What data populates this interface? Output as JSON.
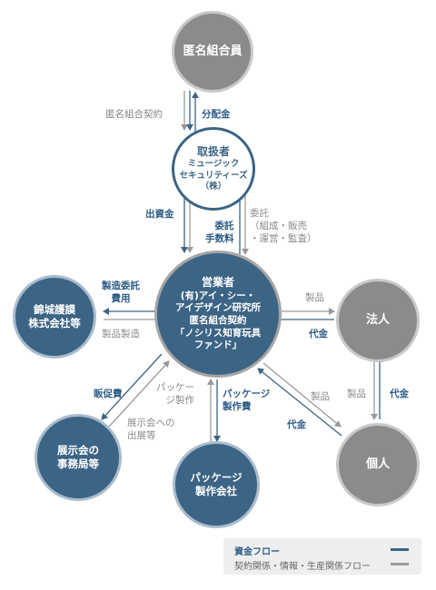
{
  "nodes": {
    "tokumei": "匿名組合員",
    "toriatsukai": {
      "title": "取扱者",
      "line1": "ミュージック",
      "line2": "セキュリティーズ",
      "line3": "（株）"
    },
    "eigyosha": {
      "title": "営業者",
      "line1": "(有)アイ・シー・",
      "line2": "アイデザイン研究所",
      "line3": "匿名組合契約",
      "line4": "「ノシリス知育玩具",
      "line5": "ファンド」"
    },
    "nishiki": {
      "line1": "錦城護謨",
      "line2": "株式会社等"
    },
    "hojin": "法人",
    "kojin": "個人",
    "tenjikai": {
      "line1": "展示会の",
      "line2": "事務局等"
    },
    "package": {
      "line1": "パッケージ",
      "line2": "製作会社"
    }
  },
  "labels": {
    "keiyaku_top": "匿名組合契約",
    "bunpaikin": "分配金",
    "shusshikin": "出資金",
    "itaku_fee_1": "委託",
    "itaku_fee_2": "手数料",
    "itaku_info_1": "委託",
    "itaku_info_2": "（組成・販売",
    "itaku_info_3": "・運営・監査）",
    "seizo_itaku_1": "製造委託",
    "seizo_itaku_2": "費用",
    "seihin_seizo": "製品製造",
    "hojin_seihin": "製品",
    "hojin_daikin": "代金",
    "hanbaihi": "販促費",
    "tenji_info_1": "展示会への",
    "tenji_info_2": "出展等",
    "pkg_info_1": "パッケー",
    "pkg_info_2": "ジ製作",
    "pkg_fee_1": "パッケージ",
    "pkg_fee_2": "製作費",
    "kojin_seihin": "製品",
    "kojin_daikin": "代金",
    "side_seihin": "製品",
    "side_daikin": "代金"
  },
  "legend": {
    "money_label": "資金フロー",
    "info_label": "契約関係・情報・生産関係フロー"
  },
  "colors": {
    "money": "#3c6485",
    "info": "#9a9a9a",
    "gray_node": "#8b8b8b",
    "blue_node": "#3c6485"
  }
}
